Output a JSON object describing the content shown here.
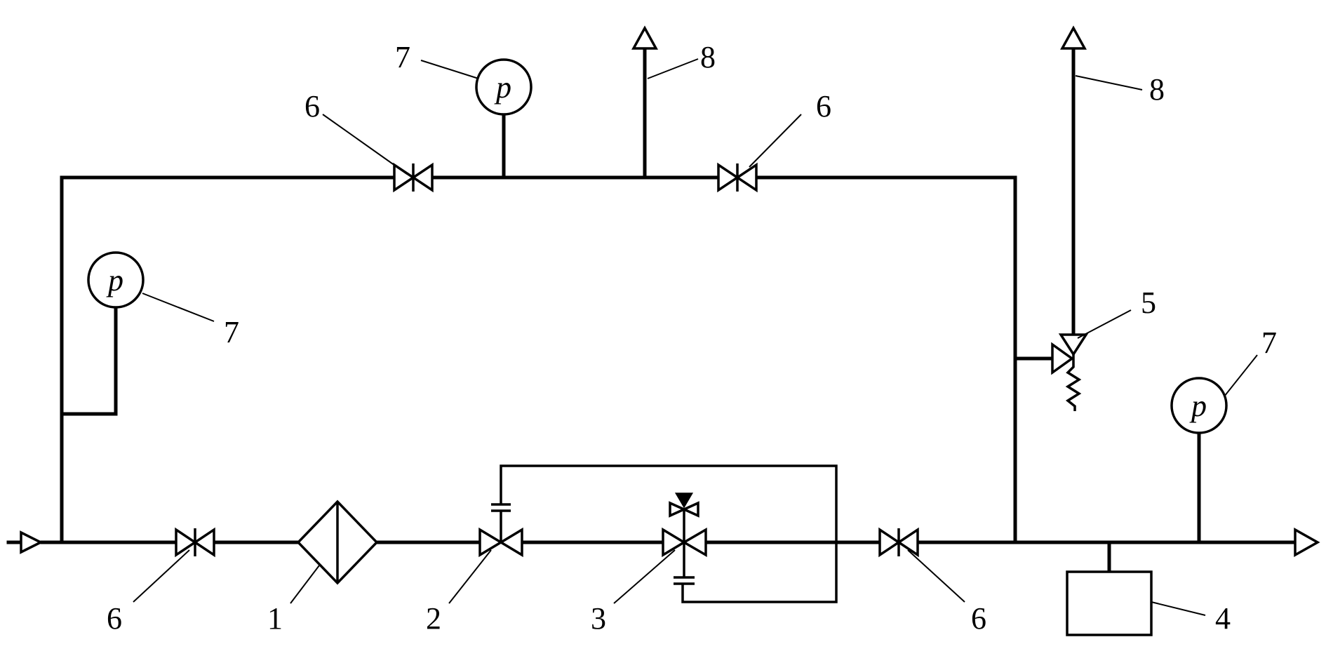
{
  "labels": {
    "filter": "1",
    "valve_2": "2",
    "valve_3": "3",
    "box_4": "4",
    "relief_valve": "5",
    "shutoff_valve": "6",
    "pressure_gauge": "7",
    "vent": "8"
  },
  "gauge_symbol": "p"
}
